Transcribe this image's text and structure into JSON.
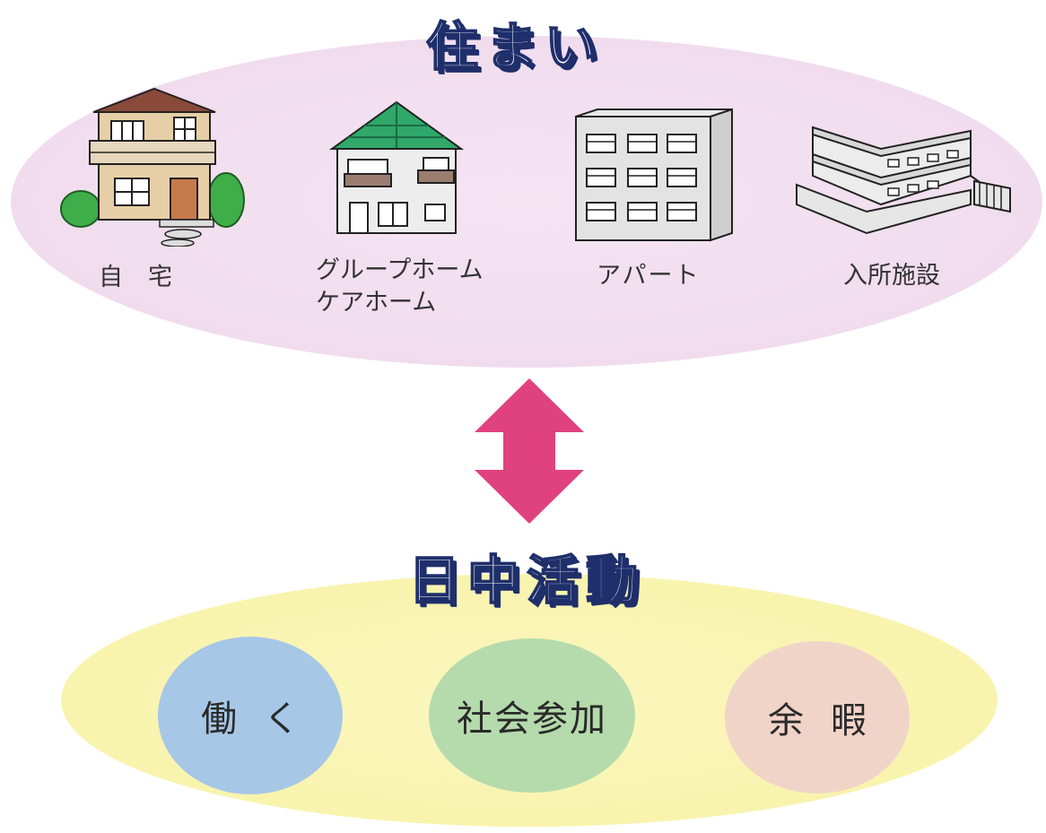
{
  "housing": {
    "title": "住まい",
    "items": [
      {
        "label": "自宅"
      },
      {
        "label_line1": "グループホーム",
        "label_line2": "ケアホーム"
      },
      {
        "label": "アパート"
      },
      {
        "label": "入所施設"
      }
    ]
  },
  "daytime": {
    "title": "日中活動",
    "items": [
      {
        "label": "働く"
      },
      {
        "label": "社会参加"
      },
      {
        "label": "余暇"
      }
    ]
  },
  "colors": {
    "housing_bg": "#efd9ec",
    "daytime_bg": "#f7f2a6",
    "arrow": "#e0417f",
    "heading_outline": "#1f2f6b",
    "work": "#a7c7e6",
    "social": "#b5dbac",
    "leisure": "#f1d4c8"
  }
}
